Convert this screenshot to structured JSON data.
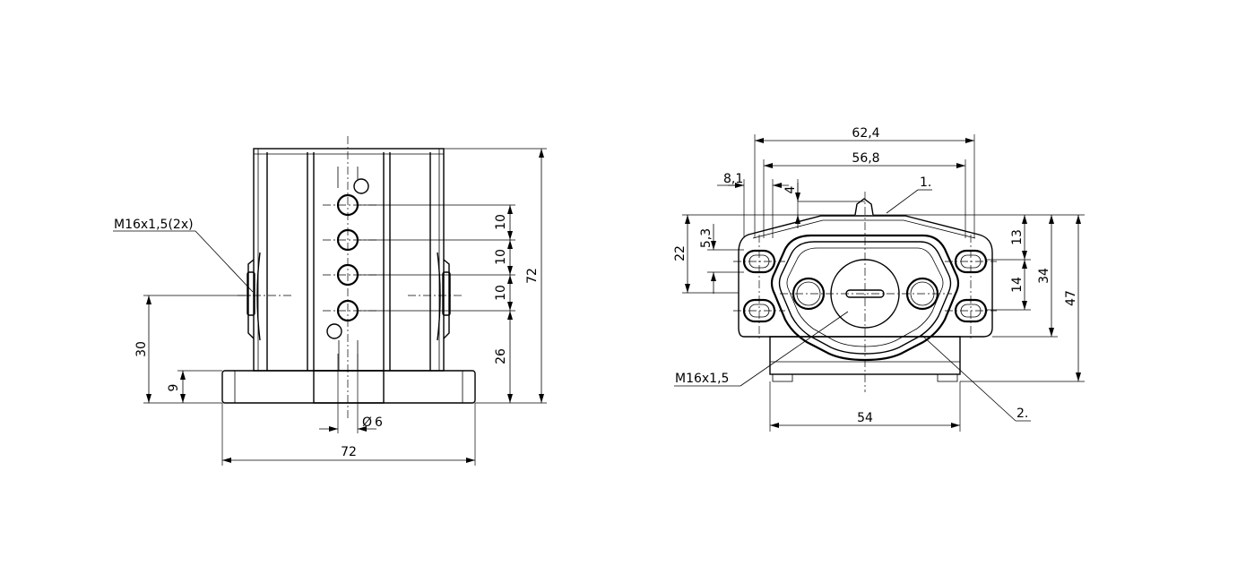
{
  "left_view": {
    "dimensions": {
      "height_total": "72",
      "width_total": "72",
      "pitch_1": "10",
      "pitch_2": "10",
      "pitch_3": "10",
      "lower_height": "26",
      "thread_height": "30",
      "base_height": "9",
      "hole_diameter": "6"
    },
    "callout_thread": "M16x1,5(2x)",
    "hole_symbol": "Ø"
  },
  "right_view": {
    "dimensions": {
      "width_62_4": "62,4",
      "width_56_8": "56,8",
      "width_8_1": "8,1",
      "offset_4": "4",
      "height_22": "22",
      "height_5_3": "5,3",
      "height_13": "13",
      "height_14": "14",
      "height_34": "34",
      "height_47": "47",
      "width_54": "54"
    },
    "callout_thread": "M16x1,5",
    "item_1": "1.",
    "item_2": "2."
  }
}
